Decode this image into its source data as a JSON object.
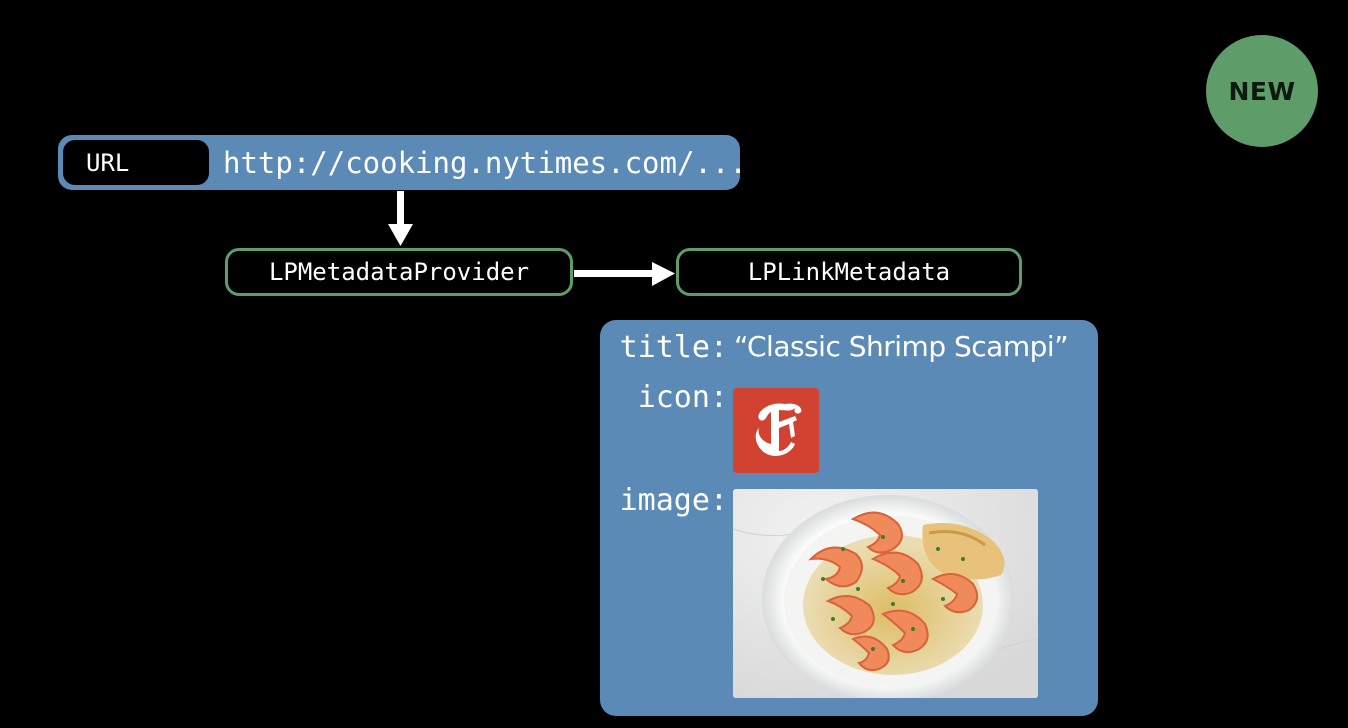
{
  "badge": {
    "label": "NEW",
    "color": "#5e9c6a"
  },
  "url_pill": {
    "tag": "URL",
    "value": "http://cooking.nytimes.com/...",
    "color": "#5a8ab5"
  },
  "flow": {
    "provider_label": "LPMetadataProvider",
    "metadata_label": "LPLinkMetadata",
    "outline_color": "#5e9c6a"
  },
  "metadata": {
    "title_key": "title:",
    "title_value": "“Classic Shrimp Scampi”",
    "icon_key": "icon:",
    "icon_glyph": "𝕿",
    "image_key": "image:",
    "card_color": "#5a8ab5",
    "icon_color": "#d14330"
  },
  "icons": {
    "site_icon": "nytimes-logo-icon",
    "image": "shrimp-scampi-photo"
  }
}
